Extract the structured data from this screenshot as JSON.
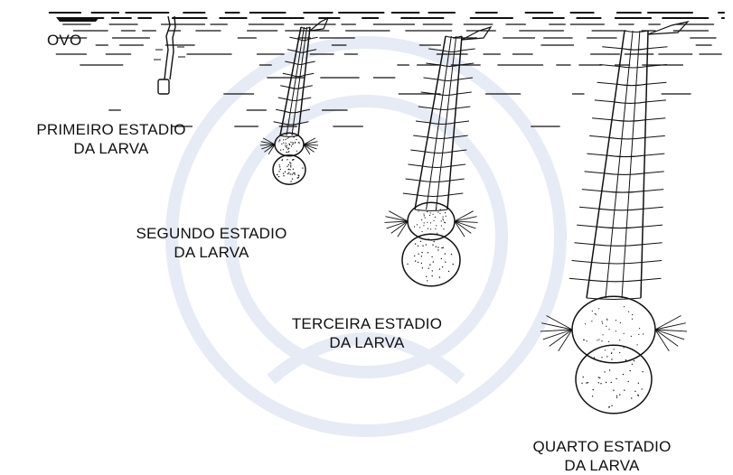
{
  "labels": {
    "egg": "OVO",
    "first": {
      "line1": "PRIMEIRO ESTADIO",
      "line2": "DA LARVA"
    },
    "second": {
      "line1": "SEGUNDO ESTADIO",
      "line2": "DA LARVA"
    },
    "third": {
      "line1": "TERCEIRA ESTADIO",
      "line2": "DA LARVA"
    },
    "fourth": {
      "line1": "QUARTO ESTADIO",
      "line2": "DA LARVA"
    }
  },
  "colors": {
    "ink": "#111111",
    "watermark": "#dde3f2",
    "background": "#ffffff"
  }
}
